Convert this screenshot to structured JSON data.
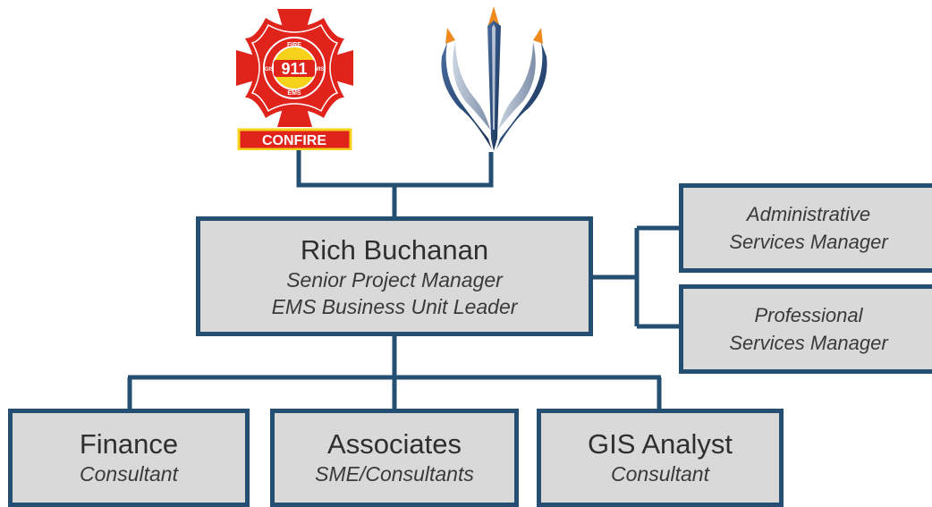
{
  "logos": {
    "confire": {
      "icon": "confire-maltese-cross-logo",
      "center_number": "911",
      "ring_top": "FIRE",
      "ring_bottom": "EMS",
      "ring_left": "GIS",
      "ring_right": "MIS",
      "banner": "CONFIRE",
      "colors": {
        "red": "#e0231b",
        "yellow": "#f7d21b",
        "white": "#ffffff"
      }
    },
    "trident": {
      "icon": "trident-logo",
      "colors": {
        "blue": "#2d4e7c",
        "steel": "#9aaac0",
        "orange": "#f08a1e"
      }
    }
  },
  "org": {
    "leader": {
      "name": "Rich Buchanan",
      "title_line1": "Senior Project Manager",
      "title_line2": "EMS Business Unit Leader"
    },
    "side": [
      {
        "line1": "Administrative",
        "line2": "Services Manager"
      },
      {
        "line1": "Professional",
        "line2": "Services Manager"
      }
    ],
    "bottom": [
      {
        "name": "Finance",
        "title": "Consultant"
      },
      {
        "name": "Associates",
        "title": "SME/Consultants"
      },
      {
        "name": "GIS Analyst",
        "title": "Consultant"
      }
    ]
  },
  "colors": {
    "box_fill": "#d9d9d9",
    "box_border": "#254e73",
    "connector": "#254e73"
  }
}
